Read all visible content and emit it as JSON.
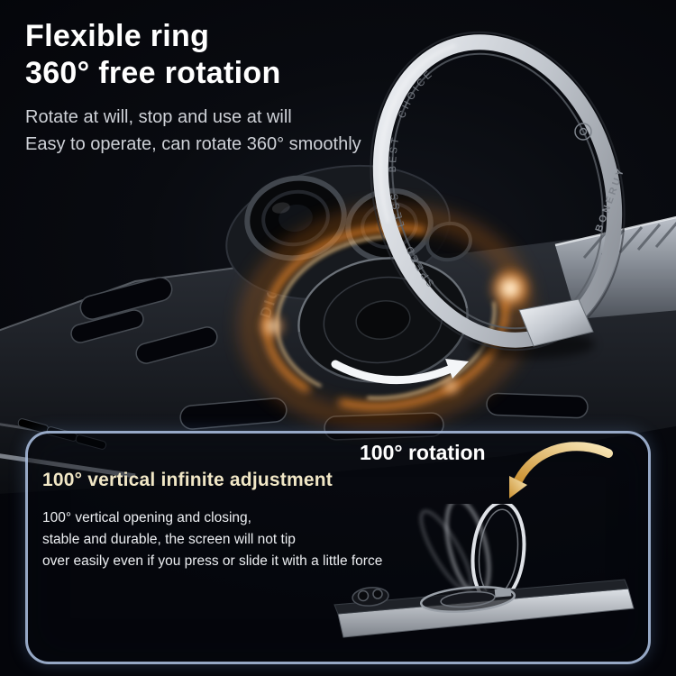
{
  "header": {
    "title_line1": "Flexible ring",
    "title_line2": "360° free rotation",
    "subtitle_line1": "Rotate at will, stop and use at will",
    "subtitle_line2": "Easy to operate, can rotate 360° smoothly"
  },
  "product": {
    "ring_brand": "BONERUY",
    "ring_engraving": "SPEED LESS BEST CHOICE",
    "case_engraving": "DIGITAL",
    "glow_color": "#ff9026",
    "metal_color": "#c2c7ce"
  },
  "panel": {
    "rotation_label": "100° rotation",
    "title": "100° vertical infinite adjustment",
    "body_lines": [
      "100° vertical opening and closing,",
      "stable and durable, the screen will not tip",
      "over easily even if you press or slide it with a little force"
    ],
    "border_color": "#b0c6e6",
    "title_color": "#f1e7c6",
    "arrow_color": "#d9a84e"
  }
}
